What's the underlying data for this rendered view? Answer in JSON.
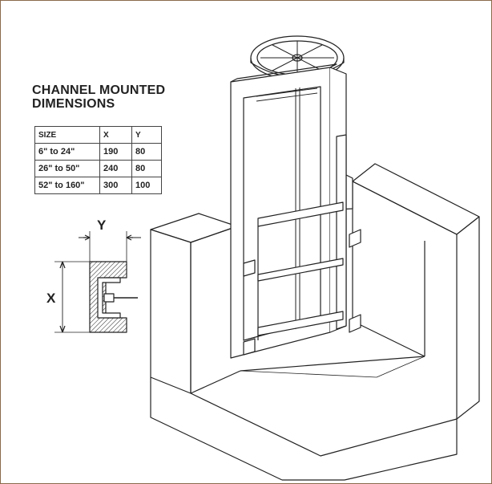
{
  "title": {
    "line1": "CHANNEL MOUNTED",
    "line2": "DIMENSIONS"
  },
  "table": {
    "headers": [
      "SIZE",
      "X",
      "Y"
    ],
    "rows": [
      [
        "6\" to 24\"",
        "190",
        "80"
      ],
      [
        "26\" to 50\"",
        "240",
        "80"
      ],
      [
        "52\" to 160\"",
        "300",
        "100"
      ]
    ]
  },
  "detail": {
    "x_label": "X",
    "y_label": "Y"
  },
  "colors": {
    "frame_border": "#8a6a4a",
    "line": "#222222"
  }
}
